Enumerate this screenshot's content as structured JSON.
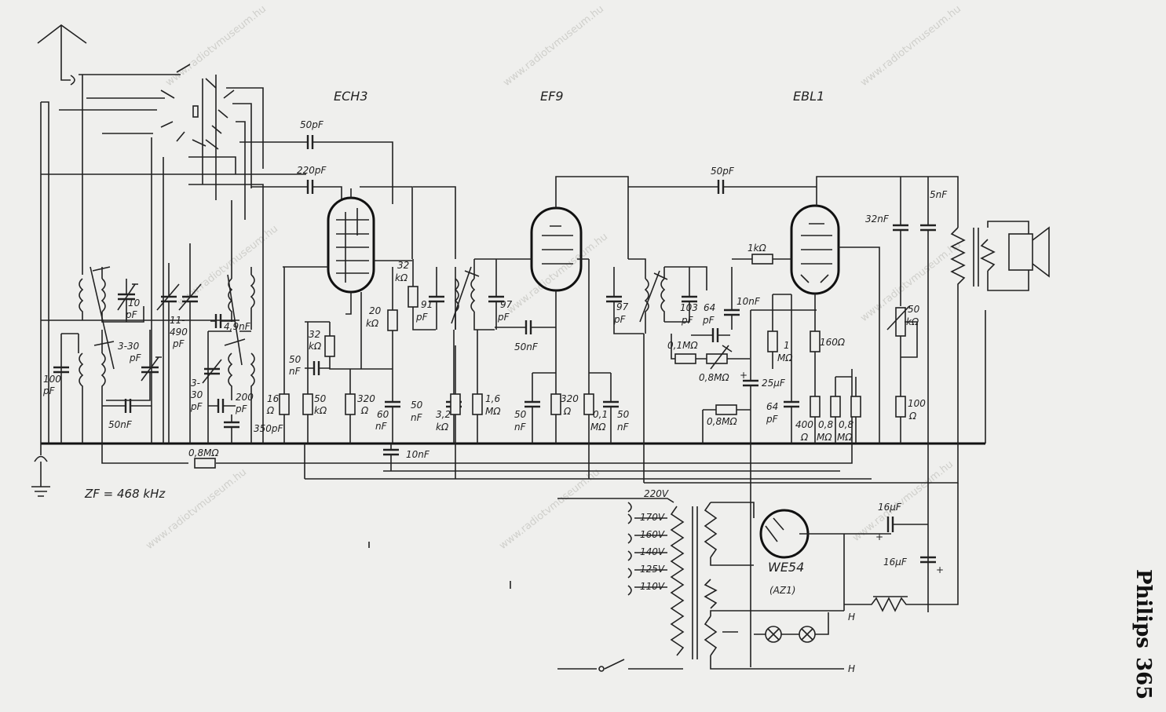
{
  "title": {
    "brand": "Philips",
    "model": "365"
  },
  "watermark": "www.radiotvmuseum.hu",
  "if_note": "ZF = 468 kHz",
  "tubes": [
    {
      "name": "ECH3"
    },
    {
      "name": "EF9"
    },
    {
      "name": "EBL1"
    },
    {
      "name": "WE54"
    }
  ],
  "rectifier_alt": "(AZ1)",
  "mains_taps": [
    "220V",
    "170V",
    "160V",
    "140V",
    "125V",
    "110V"
  ],
  "heater_marks": [
    "H",
    "H"
  ],
  "component_labels": {
    "c_50p_top": "50pF",
    "c_220p": "220pF",
    "c_50p_ebl": "50pF",
    "c_10p": "10",
    "c_10p_unit": "pF",
    "c_100p": "100",
    "c_100p_unit": "pF",
    "c_3_30": "3-30",
    "c_3_30_unit": "pF",
    "c_50n_a": "50nF",
    "c_11_490": "11-",
    "c_11_490b": "490",
    "c_11_490_unit": "pF",
    "c_4_9n": "4,9nF",
    "c_3_30b": "3-",
    "c_3_30b2": "30",
    "c_3_30b_unit": "pF",
    "c_200p": "200",
    "c_200p_unit": "pF",
    "c_350p": "350pF",
    "r_16": "16",
    "r_16_unit": "Ω",
    "c_50n_b": "50",
    "c_50n_b_unit": "nF",
    "r_32k_a": "32",
    "r_32k_a_unit": "kΩ",
    "r_50k": "50",
    "r_50k_unit": "kΩ",
    "r_320_a": "320",
    "r_320_a_unit": "Ω",
    "c_60n": "60",
    "c_60n_unit": "nF",
    "r_20k": "20",
    "r_20k_unit": "kΩ",
    "r_32k_b": "32",
    "r_32k_b_unit": "kΩ",
    "c_91p": "91",
    "c_91p_unit": "pF",
    "c_97p_a": "97",
    "c_97p_a_unit": "pF",
    "c_50n_c": "50nF",
    "c_50n_d": "50",
    "c_50n_d_unit": "nF",
    "r_3_2k": "3,2",
    "r_3_2k_unit": "kΩ",
    "r_1_6m": "1,6",
    "r_1_6m_unit": "MΩ",
    "c_50n_e": "50",
    "c_50n_e_unit": "nF",
    "r_320_b": "320",
    "r_320_b_unit": "Ω",
    "r_0_1m": "0,1",
    "r_0_1m_unit": "MΩ",
    "c_50n_f": "50",
    "c_50n_f_unit": "nF",
    "c_97p_b": "97",
    "c_97p_b_unit": "pF",
    "c_103p": "103",
    "c_103p_unit": "pF",
    "c_64p_a": "64",
    "c_64p_a_unit": "pF",
    "r_1k": "1kΩ",
    "c_10n_a": "10nF",
    "r_0_1m_b": "0,1MΩ",
    "r_0_8m_pot": "0,8MΩ",
    "c_25u": "25µF",
    "r_1m": "1",
    "r_1m_unit": "MΩ",
    "r_160": "160Ω",
    "r_0_8m_b": "0,8MΩ",
    "c_64p_b": "64",
    "c_64p_b_unit": "pF",
    "r_400": "400",
    "r_400_unit": "Ω",
    "r_0_8m_c": "0,8",
    "r_0_8m_c_unit": "MΩ",
    "r_0_8m_d": "0,8",
    "r_0_8m_d_unit": "MΩ",
    "c_32n": "32nF",
    "c_5n": "5nF",
    "pot_50k": "50",
    "pot_50k_unit": "kΩ",
    "r_100": "100",
    "r_100_unit": "Ω",
    "c_10n_b": "10nF",
    "r_0_8m_e": "0,8MΩ",
    "c_16u_a": "16µF",
    "c_16u_b": "16µF",
    "plus_a": "+",
    "plus_b": "+",
    "plus_c": "+"
  }
}
